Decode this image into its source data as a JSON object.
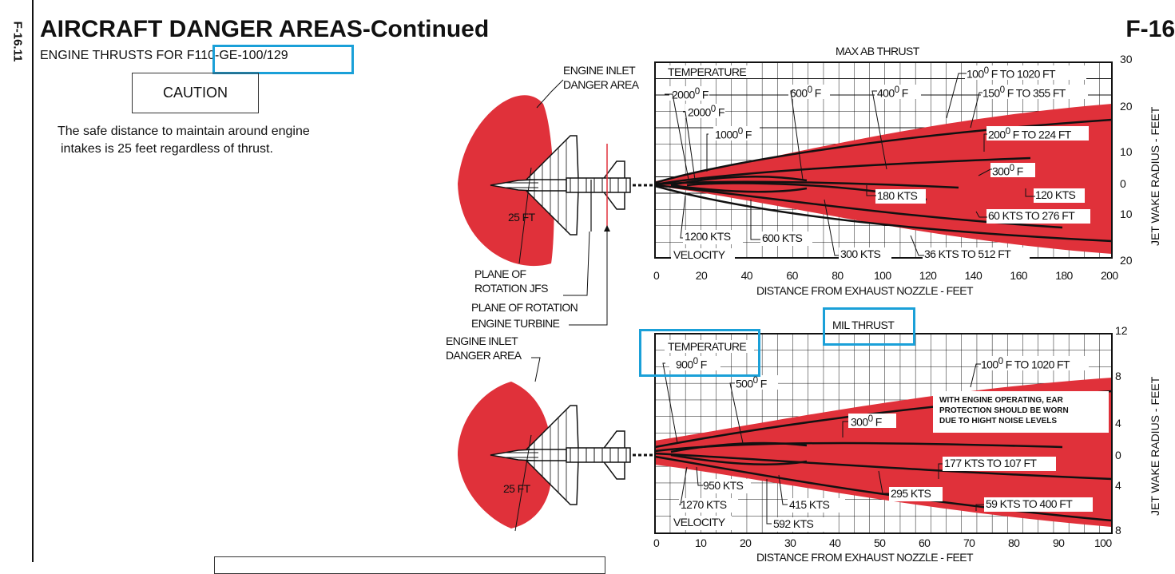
{
  "page": {
    "side_tag": "F-16.11",
    "title": "AIRCRAFT DANGER AREAS-Continued",
    "model": "F-16",
    "subtitle_prefix": "ENGINE THRUSTS FOR ",
    "engine": "F110-GE-100/129",
    "caution": "CAUTION",
    "note_line1": "The safe distance to maintain around engine",
    "note_line2": "intakes is 25 feet regardless of thrust.",
    "highlight_color": "#1aa0d8",
    "danger_color": "#e0313a"
  },
  "diagram": {
    "inlet_label_top_1": "ENGINE INLET",
    "inlet_label_top_2": "DANGER AREA",
    "inlet_label_bottom_1": "ENGINE INLET",
    "inlet_label_bottom_2": "DANGER AREA",
    "radius_label_top": "25 FT",
    "radius_label_bottom": "25 FT",
    "jfs_1": "PLANE OF",
    "jfs_2": "ROTATION JFS",
    "turbine_1": "PLANE OF ROTATION",
    "turbine_2": "ENGINE TURBINE"
  },
  "charts": {
    "top": {
      "title": "MAX AB THRUST",
      "xlabel": "DISTANCE FROM EXHAUST NOZZLE  -  FEET",
      "ylabel": "JET WAKE RADIUS - FEET",
      "x_ticks": [
        "0",
        "20",
        "40",
        "60",
        "80",
        "100",
        "120",
        "140",
        "160",
        "180",
        "200"
      ],
      "y_ticks": [
        "30",
        "20",
        "10",
        "0",
        "10",
        "20"
      ],
      "temperature": "TEMPERATURE",
      "velocity": "VELOCITY",
      "t2000a": "2000",
      "t2000b": "2000",
      "t1000": "1000",
      "t600": "600",
      "t400": "400",
      "t100": "100",
      "t100_suffix": " F TO 1020 FT",
      "t150": "150",
      "t150_suffix": " F TO 355 FT",
      "t200": "200",
      "t200_suffix": " F TO 224 FT",
      "t300": "300",
      "deg_f": " F",
      "v180": "180 KTS",
      "v120": "120 KTS",
      "v60": "60 KTS TO 276 FT",
      "v1200": "1200 KTS",
      "v600": "600 KTS",
      "v300": "300 KTS",
      "v36": "36 KTS TO 512 FT"
    },
    "bottom": {
      "title": "MIL THRUST",
      "xlabel": "DISTANCE FROM EXHAUST NOZZLE  -  FEET",
      "ylabel": "JET WAKE RADIUS - FEET",
      "x_ticks": [
        "0",
        "10",
        "20",
        "30",
        "40",
        "50",
        "60",
        "70",
        "80",
        "90",
        "100"
      ],
      "y_ticks": [
        "12",
        "8",
        "4",
        "0",
        "4",
        "8"
      ],
      "temperature": "TEMPERATURE",
      "velocity": "VELOCITY",
      "t900": "900",
      "t500": "500",
      "t300": "300",
      "t100": "100",
      "t100_suffix": " F TO 1020 FT",
      "deg_f": " F",
      "warning_1": "WITH ENGINE OPERATING, EAR",
      "warning_2": "PROTECTION SHOULD BE WORN",
      "warning_3": "DUE TO HIGHT NOISE LEVELS",
      "v177": "177 KTS TO 107 FT",
      "v295": "295 KTS",
      "v59": "59 KTS TO 400 FT",
      "v950": "950 KTS",
      "v1270": "1270 KTS",
      "v415": "415 KTS",
      "v592": "592 KTS"
    }
  }
}
